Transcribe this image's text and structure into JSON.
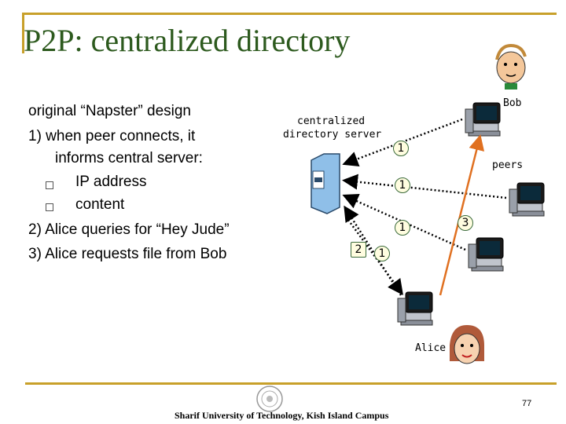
{
  "slide": {
    "title": "P2P: centralized directory",
    "lines": [
      "original “Napster” design",
      "1) when peer connects, it",
      "informs central server:",
      "IP address",
      "content",
      "2) Alice queries for “Hey Jude”",
      "3) Alice requests file from Bob"
    ]
  },
  "diagram": {
    "server_label_1": "centralized",
    "server_label_2": "directory server",
    "bob_label": "Bob",
    "peers_label": "peers",
    "alice_label": "Alice",
    "step_labels": [
      "1",
      "1",
      "1",
      "1",
      "2",
      "3"
    ]
  },
  "footer": {
    "institution": "Sharif University of Technology, Kish Island Campus",
    "page_number": "77"
  },
  "colors": {
    "title": "#2d5a1e",
    "rule": "#c8a02a",
    "arrow_3": "#e07020"
  }
}
